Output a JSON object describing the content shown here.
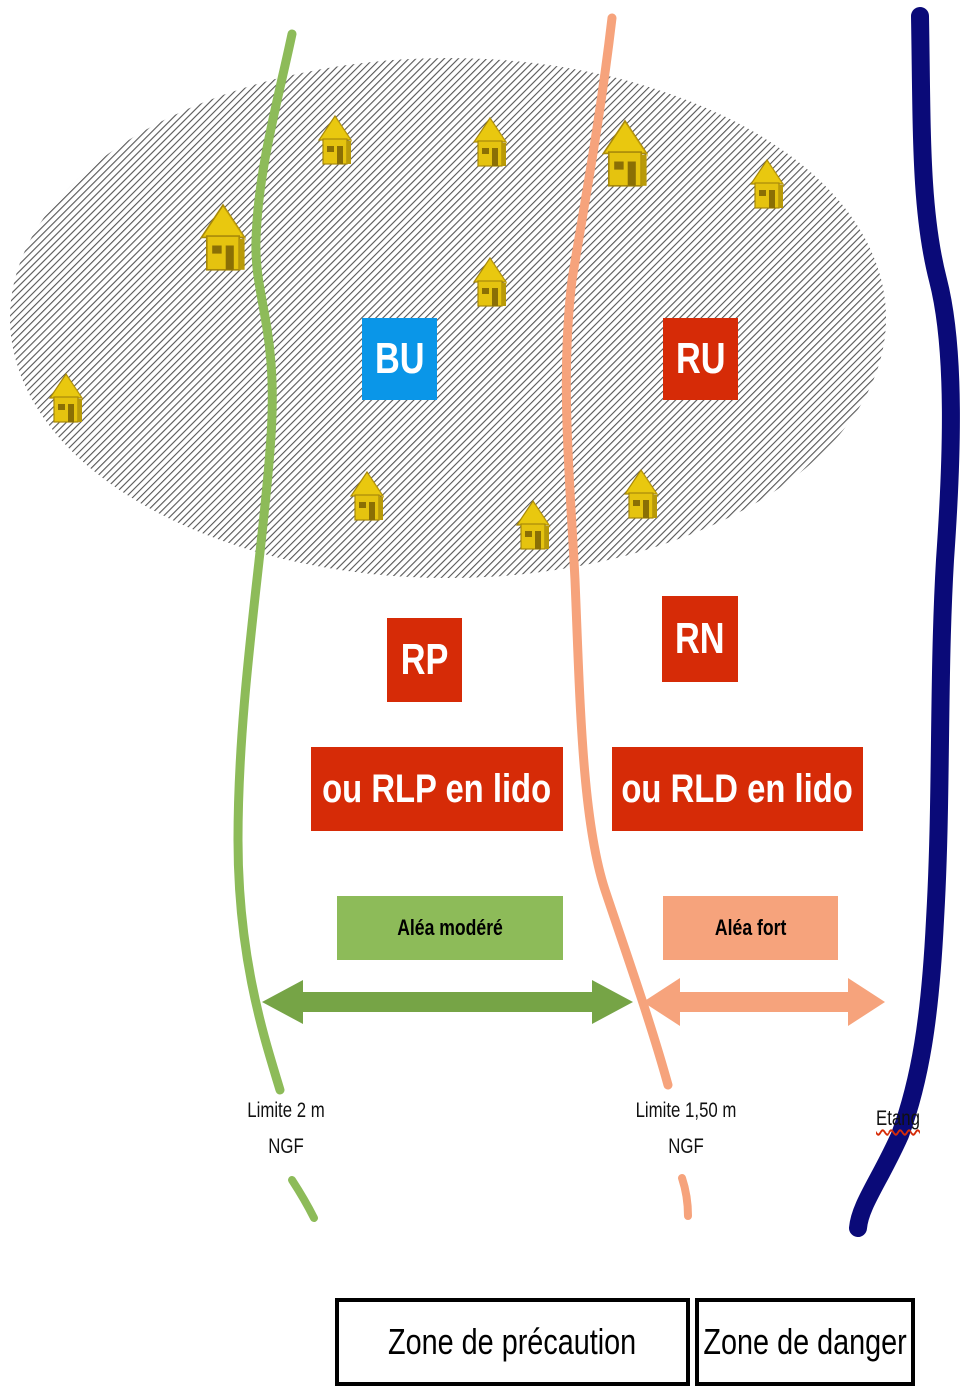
{
  "zones": {
    "bu": "BU",
    "ru": "RU",
    "rp": "RP",
    "rn": "RN",
    "rlp": "ou RLP en lido",
    "rld": "ou RLD en lido"
  },
  "hazards": {
    "moderate": "Aléa modéré",
    "strong": "Aléa fort"
  },
  "limits": {
    "green_line1": "Limite 2 m",
    "green_line2": "NGF",
    "orange_line1": "Limite 1,50 m",
    "orange_line2": "NGF",
    "pond": "Etang"
  },
  "bottom": {
    "precaution": "Zone de précaution",
    "danger": "Zone de danger"
  },
  "colors": {
    "zone_red": "#d62b07",
    "zone_blue": "#0a96e8",
    "green": "#8dbb59",
    "green_dark": "#76a446",
    "orange": "#f6a37c",
    "navy": "#0a0a78",
    "house": "#e5c30f"
  }
}
